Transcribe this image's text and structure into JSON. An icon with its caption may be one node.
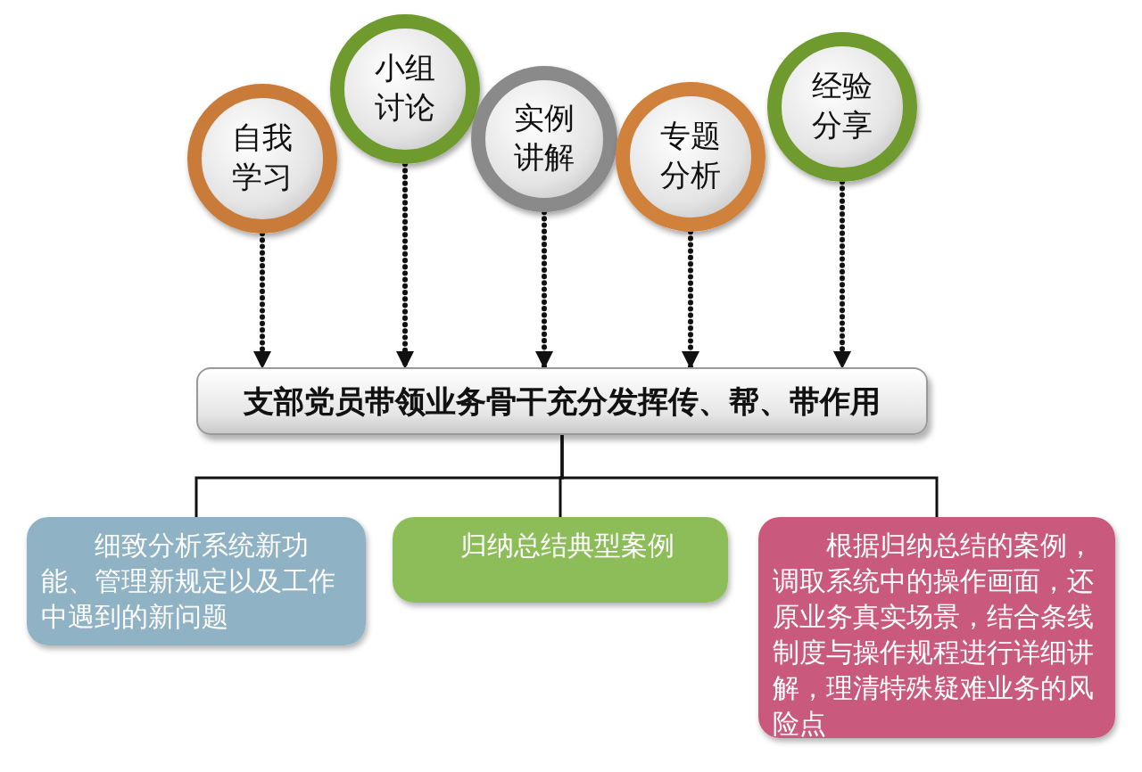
{
  "diagram": {
    "nodes": [
      {
        "text": [
          "自我学习"
        ]
      },
      {
        "text": [
          "小组讨论"
        ]
      },
      {
        "text": [
          "实例讲解"
        ]
      },
      {
        "text": [
          "专题分析"
        ]
      },
      {
        "text": [
          "经验分享"
        ]
      },
      {
        "text": [
          "支部党员带领业务骨干充分发挥传、帮、带作用"
        ]
      },
      {
        "text": [
          "细致分析系统新功能、管理新规定以及工作中遇到的新问题"
        ]
      },
      {
        "text": [
          "归纳总结典型案例"
        ]
      },
      {
        "text": [
          "根据归纳总结的案例，调取系统中的操作画面，还原业务真实场景，结合条线制度与操作规程进行详细讲解，理清特殊疑难业务的风险点"
        ]
      }
    ],
    "edges": [
      {
        "from": 0,
        "to": 5,
        "arrow": "to",
        "style": "dashed"
      },
      {
        "from": 1,
        "to": 5,
        "arrow": "to",
        "style": "dashed"
      },
      {
        "from": 2,
        "to": 5,
        "arrow": "to",
        "style": "dashed"
      },
      {
        "from": 3,
        "to": 5,
        "arrow": "to",
        "style": "dashed"
      },
      {
        "from": 4,
        "to": 5,
        "arrow": "to",
        "style": "dashed"
      },
      {
        "from": 5,
        "to": 6,
        "arrow": "none"
      },
      {
        "from": 5,
        "to": 7,
        "arrow": "none"
      },
      {
        "from": 5,
        "to": 8,
        "arrow": "none"
      }
    ]
  }
}
